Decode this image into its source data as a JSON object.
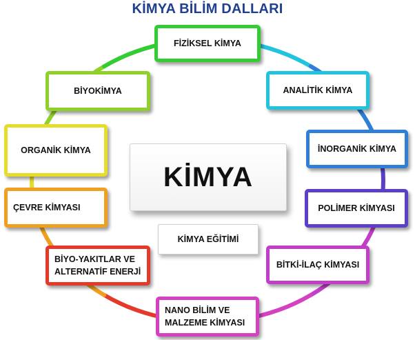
{
  "title": "KİMYA BİLİM DALLARI",
  "center": "KİMYA",
  "sub": "KİMYA EĞİTİMİ",
  "colors": {
    "title": "#1f3f8f",
    "green": "#33cc33",
    "cyan": "#22c4dd",
    "blue": "#2f7fd6",
    "purple": "#5b3fc8",
    "magenta": "#c23ec8",
    "pink": "#d442c2",
    "red": "#e53a2a",
    "orange": "#f0a020",
    "yellow": "#e6dc2a",
    "lime": "#8fd12a"
  },
  "nodes": [
    {
      "id": "fiziksel",
      "label": "FİZİKSEL KİMYA",
      "color": "#33cc33"
    },
    {
      "id": "analitik",
      "label": "ANALİTİK KİMYA",
      "color": "#22c4dd"
    },
    {
      "id": "inorganik",
      "label": "İNORGANİK KİMYA",
      "color": "#2f7fd6"
    },
    {
      "id": "polimer",
      "label": "POLİMER KİMYASI",
      "color": "#5b3fc8"
    },
    {
      "id": "bitki",
      "label": "BİTKİ-İLAÇ KİMYASI",
      "color": "#c23ec8"
    },
    {
      "id": "nano",
      "label": "NANO BİLİM VE\nMALZEME KİMYASI",
      "color": "#d442c2"
    },
    {
      "id": "biyoyakit",
      "label": "BİYO-YAKITLAR VE\nALTERNATİF ENERJİ",
      "color": "#e53a2a"
    },
    {
      "id": "cevre",
      "label": "ÇEVRE KİMYASI",
      "color": "#f0a020"
    },
    {
      "id": "organik",
      "label": "ORGANİK KİMYA",
      "color": "#e6dc2a"
    },
    {
      "id": "biyokimya",
      "label": "BİYOKİMYA",
      "color": "#8fd12a"
    }
  ]
}
